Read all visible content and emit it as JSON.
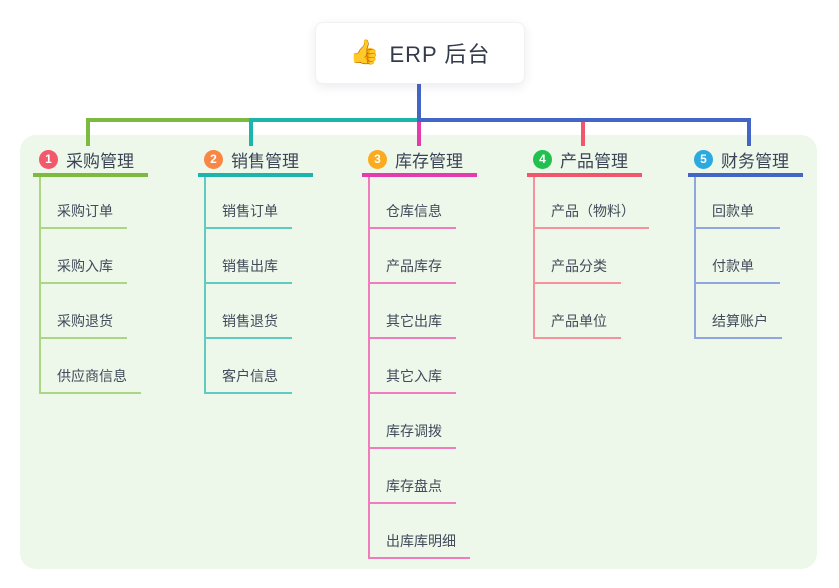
{
  "root": {
    "emoji": "👍",
    "label": "ERP 后台"
  },
  "canvas": {
    "panel_color": "#edf7ea",
    "trunk_color": "#4365c5"
  },
  "branches": [
    {
      "num": "1",
      "label": "采购管理",
      "badge_color": "#f2596b",
      "line_color": "#7cbb3f",
      "child_line_color": "#abd685",
      "children": [
        "采购订单",
        "采购入库",
        "采购退货",
        "供应商信息"
      ]
    },
    {
      "num": "2",
      "label": "销售管理",
      "badge_color": "#f98743",
      "line_color": "#1cb5ac",
      "child_line_color": "#5fcbc2",
      "children": [
        "销售订单",
        "销售出库",
        "销售退货",
        "客户信息"
      ]
    },
    {
      "num": "3",
      "label": "库存管理",
      "badge_color": "#fcaa1e",
      "line_color": "#e23caf",
      "child_line_color": "#f07bbd",
      "children": [
        "仓库信息",
        "产品库存",
        "其它出库",
        "其它入库",
        "库存调拨",
        "库存盘点",
        "出库库明细"
      ]
    },
    {
      "num": "4",
      "label": "产品管理",
      "badge_color": "#22c050",
      "line_color": "#f0566c",
      "child_line_color": "#f8919c",
      "children": [
        "产品（物料）",
        "产品分类",
        "产品单位"
      ]
    },
    {
      "num": "5",
      "label": "财务管理",
      "badge_color": "#2ca9de",
      "line_color": "#4365c5",
      "child_line_color": "#8fa7de",
      "children": [
        "回款单",
        "付款单",
        "结算账户"
      ]
    }
  ]
}
